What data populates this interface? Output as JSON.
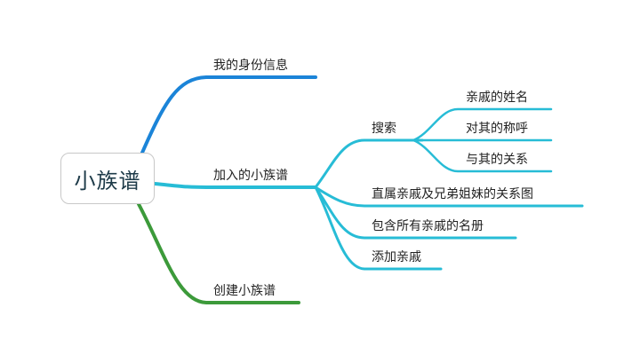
{
  "mindmap": {
    "root": {
      "label": "小族谱"
    },
    "colors": {
      "blue": "#1b84d8",
      "cyan": "#27bcd6",
      "green": "#3c9a3a"
    },
    "branches": [
      {
        "label": "我的身份信息",
        "color": "blue",
        "children": []
      },
      {
        "label": "加入的小族谱",
        "color": "cyan",
        "children": [
          {
            "label": "搜索",
            "children": [
              "亲戚的姓名",
              "对其的称呼",
              "与其的关系"
            ]
          },
          {
            "label": "直属亲戚及兄弟姐妹的关系图",
            "children": []
          },
          {
            "label": "包含所有亲戚的名册",
            "children": []
          },
          {
            "label": "添加亲戚",
            "children": []
          }
        ]
      },
      {
        "label": "创建小族谱",
        "color": "green",
        "children": []
      }
    ]
  }
}
